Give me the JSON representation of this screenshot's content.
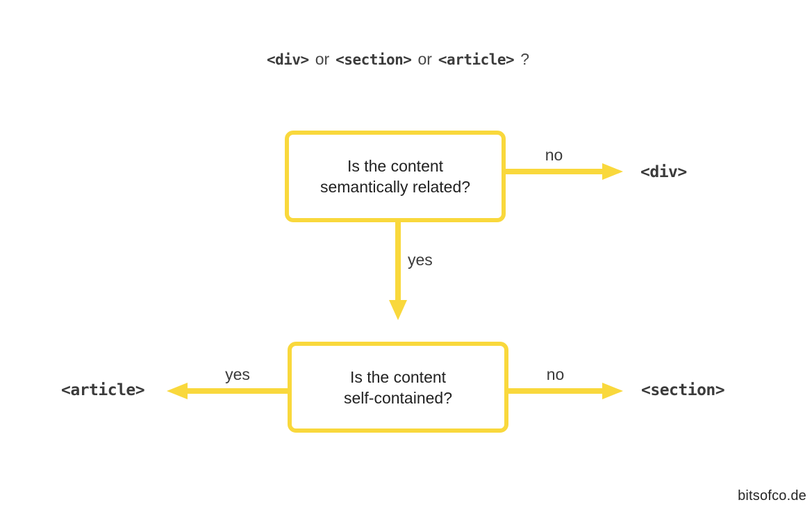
{
  "title": {
    "tag_div": "<div>",
    "or_1": "or",
    "tag_section": "<section>",
    "or_2": "or",
    "tag_article": "<article>",
    "question_mark": "?"
  },
  "flowchart": {
    "question_1": {
      "line1": "Is the content",
      "line2": "semantically related?"
    },
    "question_2": {
      "line1": "Is the content",
      "line2": "self-contained?"
    },
    "edges": {
      "q1_no": "no",
      "q1_yes": "yes",
      "q2_yes": "yes",
      "q2_no": "no"
    },
    "outcomes": {
      "div_tag": "<div>",
      "article_tag": "<article>",
      "section_tag": "<section>"
    }
  },
  "footer": {
    "watermark": "bitsofco.de"
  },
  "colors": {
    "arrow_yellow": "#F9D83C",
    "text_dark": "#3B3B3B",
    "box_text": "#222222"
  }
}
